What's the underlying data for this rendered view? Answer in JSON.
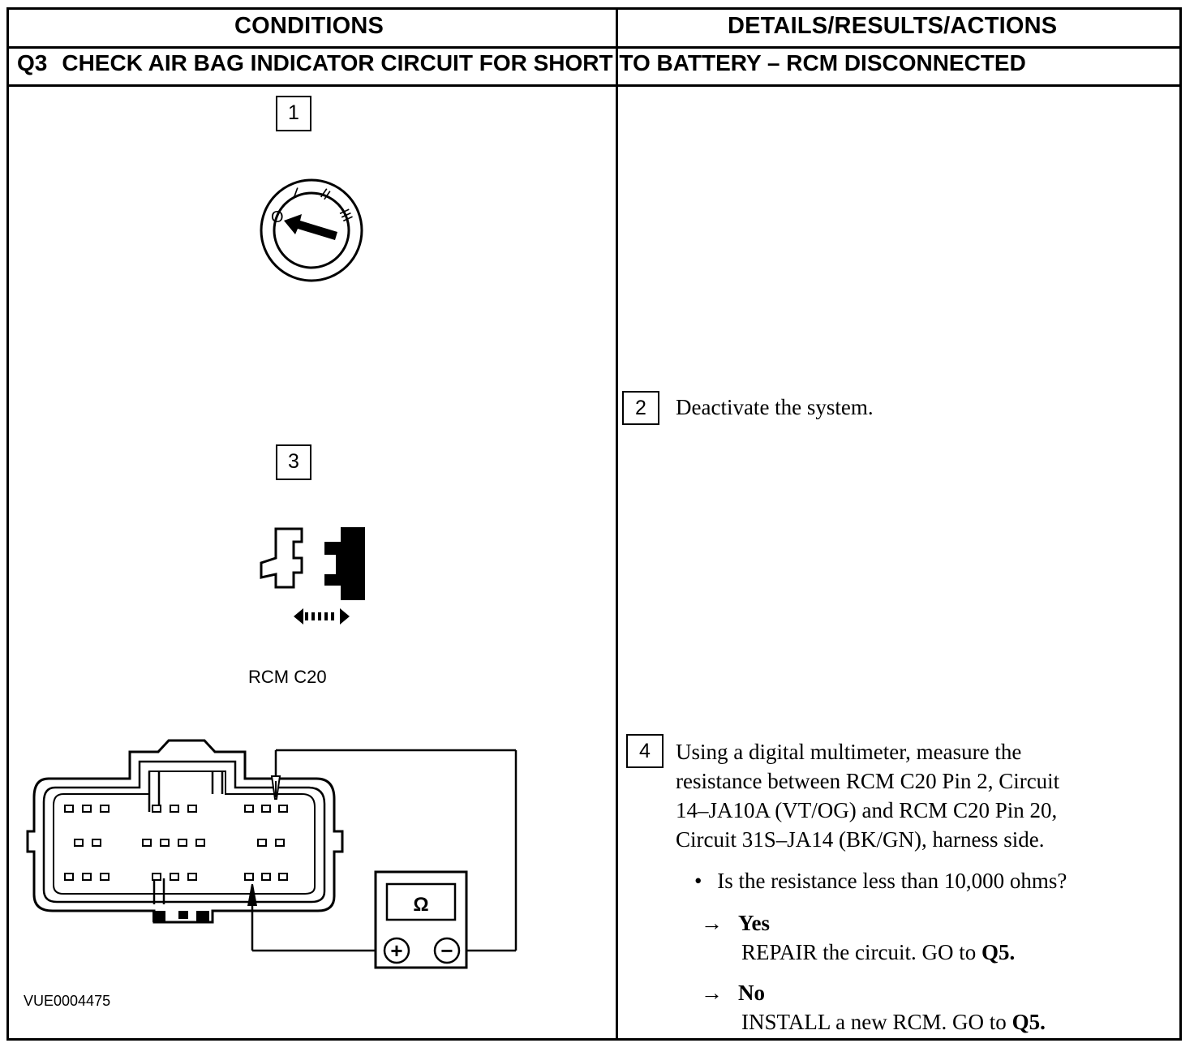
{
  "header": {
    "conditions": "CONDITIONS",
    "details": "DETAILS/RESULTS/ACTIONS"
  },
  "test": {
    "id": "Q3",
    "title": "CHECK AIR BAG INDICATOR CIRCUIT FOR SHORT TO BATTERY – RCM DISCONNECTED"
  },
  "steps": {
    "s1": {
      "num": "1",
      "ignition_marks": [
        "O",
        "I",
        "II",
        "III"
      ],
      "icon": "ignition-key-off-icon"
    },
    "s2": {
      "num": "2",
      "text": "Deactivate the system."
    },
    "s3": {
      "num": "3",
      "icon": "connector-disconnect-icon"
    },
    "s4": {
      "num": "4",
      "lines": [
        "Using a digital multimeter, measure the",
        "resistance between RCM C20 Pin 2, Circuit",
        "14–JA10A (VT/OG) and RCM C20 Pin 20,",
        "Circuit 31S–JA14 (BK/GN), harness side."
      ],
      "question": "Is the resistance less than 10,000 ohms?",
      "yes_label": "Yes",
      "yes_action": "REPAIR the circuit. GO to ",
      "yes_target": "Q5.",
      "no_label": "No",
      "no_action": "INSTALL a new RCM. GO to ",
      "no_target": "Q5."
    }
  },
  "figure": {
    "connector_label": "RCM C20",
    "meter_symbol": "Ω",
    "plus": "+",
    "minus": "−",
    "figure_id": "VUE0004475"
  },
  "symbols": {
    "arrow": "→",
    "bullet": "•"
  }
}
